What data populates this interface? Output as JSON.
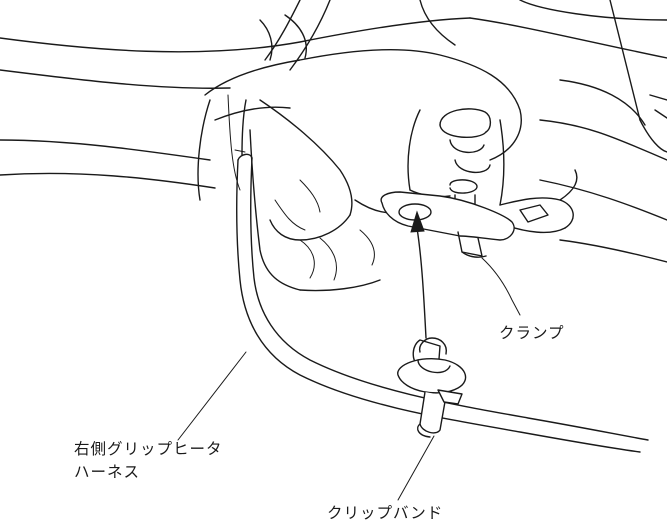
{
  "labels": {
    "clamp": "クランプ",
    "harness_line1": "右側グリップヒータ",
    "harness_line2": "ハーネス",
    "clip_band": "クリップバンド"
  }
}
